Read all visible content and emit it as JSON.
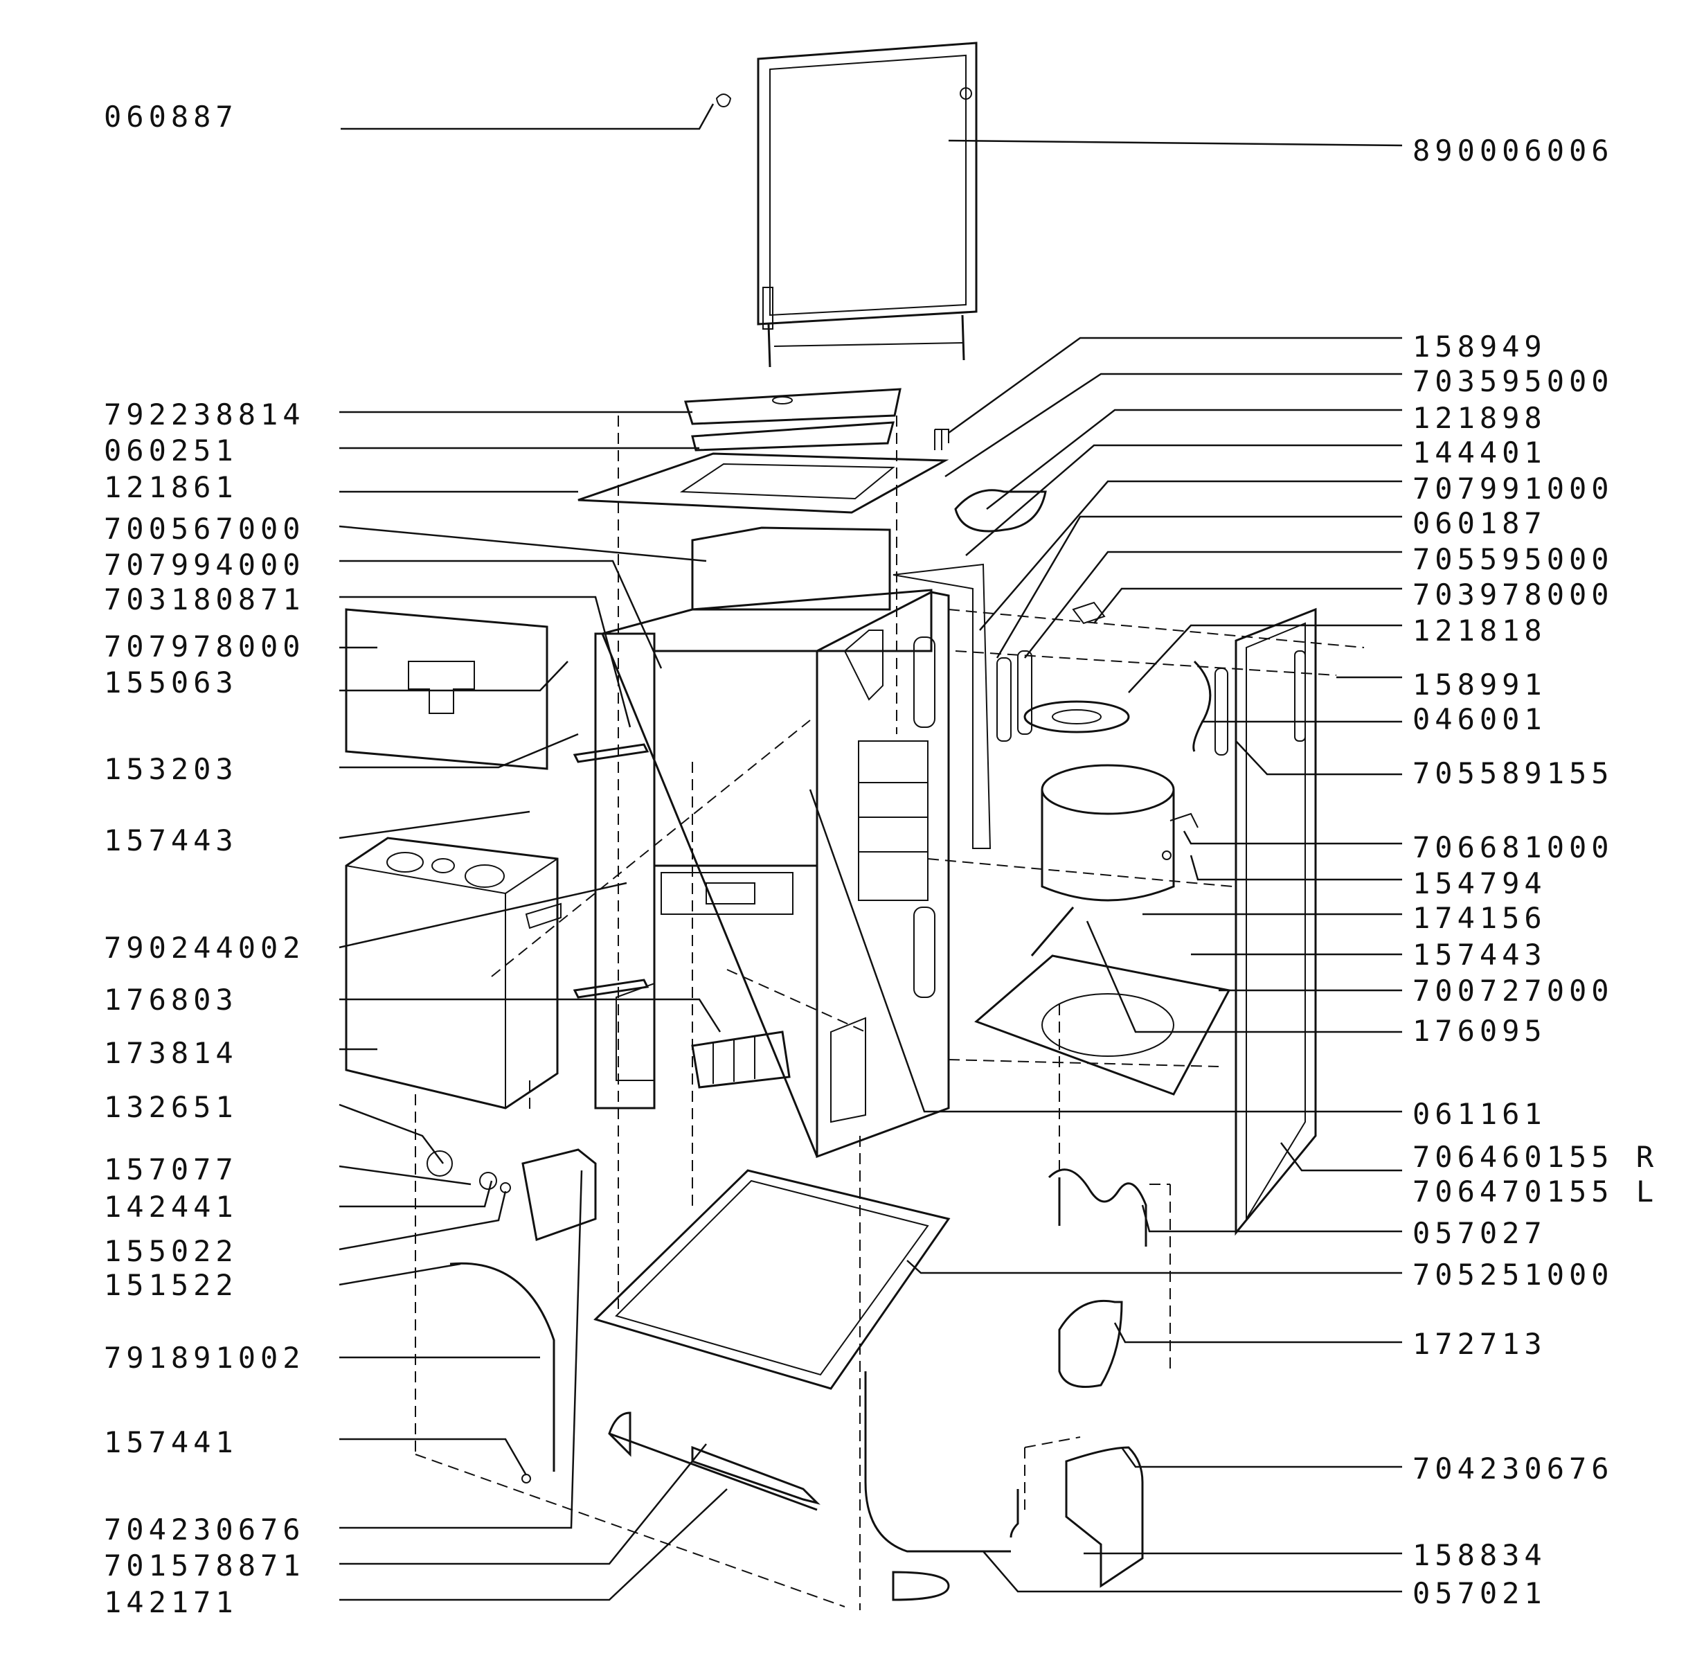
{
  "labels_left": [
    "060887",
    "792238814",
    "060251",
    "121861",
    "700567000",
    "707994000",
    "703180871",
    "707978000",
    "155063",
    "153203",
    "157443",
    "790244002",
    "176803",
    "173814",
    "132651",
    "157077",
    "142441",
    "155022",
    "151522",
    "791891002",
    "157441",
    "704230676",
    "701578871",
    "142171"
  ],
  "labels_right": [
    "890006006",
    "158949",
    "703595000",
    "121898",
    "144401",
    "707991000",
    "060187",
    "705595000",
    "703978000",
    "121818",
    "158991",
    "046001",
    "705589155",
    "706681000",
    "154794",
    "174156",
    "157443",
    "700727000",
    "176095",
    "061161",
    "706460155 R",
    "706470155 L",
    "057027",
    "705251000",
    "172713",
    "704230676",
    "158834",
    "057021"
  ]
}
